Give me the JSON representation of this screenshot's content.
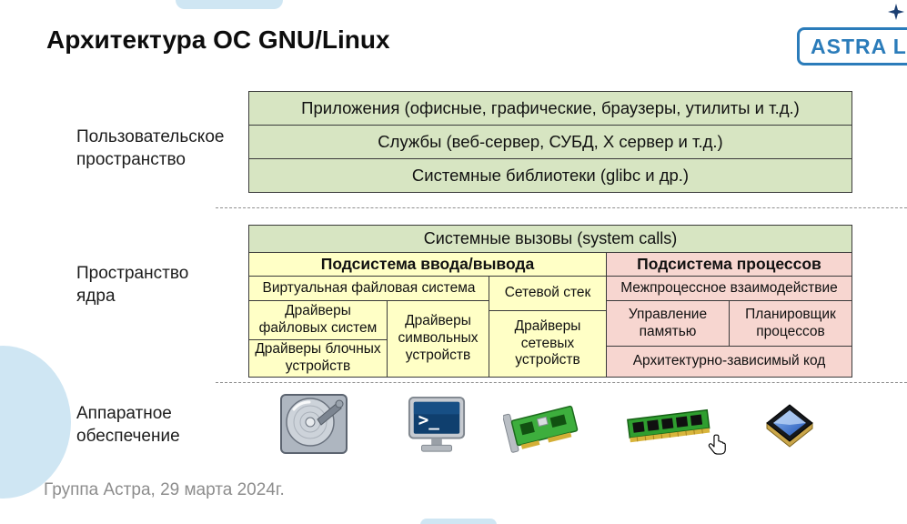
{
  "slide": {
    "title": "Архитектура ОС GNU/Linux",
    "footer": "Группа Астра, 29 марта 2024г."
  },
  "logo": {
    "text": "ASTRA LIN",
    "border_color": "#2b7cba",
    "star_color": "#1c3f72"
  },
  "labels": {
    "user_space": "Пользовательское пространство",
    "kernel_space": "Пространство ядра",
    "hardware": "Аппаратное обеспечение"
  },
  "user_space_rows": [
    "Приложения (офисные, графические, браузеры, утилиты и т.д.)",
    "Службы (веб-сервер, СУБД, X сервер и т.д.)",
    "Системные библиотеки (glibc и др.)"
  ],
  "kernel": {
    "system_calls": "Системные вызовы (system calls)",
    "io": {
      "title": "Подсистема ввода/вывода",
      "vfs": "Виртуальная файловая система",
      "network_stack": "Сетевой стек",
      "fs_drivers": "Драйверы файловых систем",
      "block_drivers": "Драйверы блочных устройств",
      "char_drivers": "Драйверы символьных устройств",
      "network_drivers": "Драйверы сетевых устройств"
    },
    "process": {
      "title": "Подсистема процессов",
      "ipc": "Межпроцессное взаимодействие",
      "memory": "Управление памятью",
      "scheduler": "Планировщик процессов",
      "arch": "Архитектурно-зависимый код"
    }
  },
  "hardware": {
    "terminal_prompt": ">_",
    "icons": [
      "hdd",
      "terminal",
      "network-card",
      "ram",
      "cpu"
    ]
  },
  "colors": {
    "green": "#d7e5c2",
    "yellow": "#ffffc6",
    "pink": "#f7d6d0",
    "deco_blue": "#cfe6f3",
    "logo_blue": "#2b7cba"
  }
}
